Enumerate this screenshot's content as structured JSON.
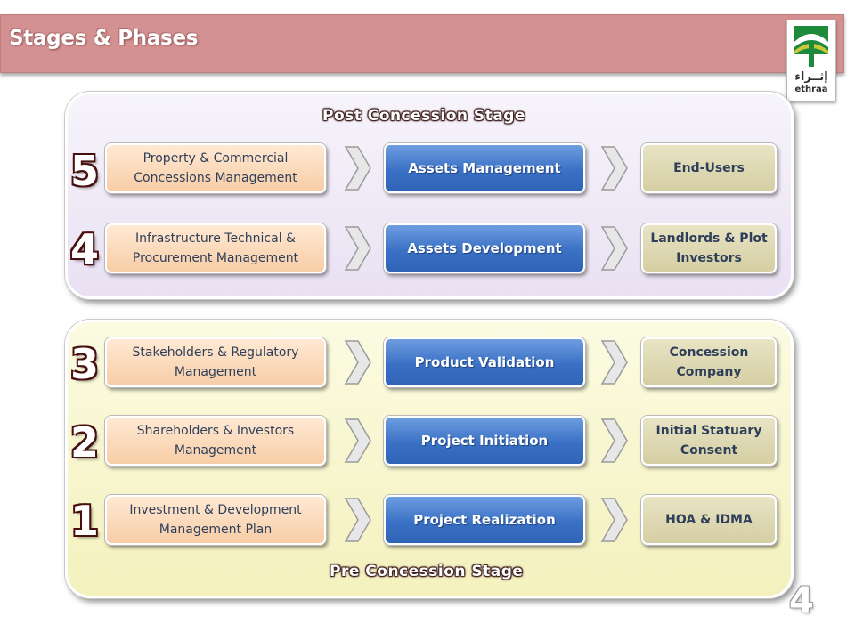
{
  "header": {
    "title": "Stages & Phases"
  },
  "logo": {
    "arabic_text": "إثــراء",
    "english_text": "ethraa",
    "colors": {
      "green": "#1e8a3c",
      "yellow": "#c9c93a"
    }
  },
  "post_stage": {
    "title": "Post Concession Stage",
    "rows": [
      {
        "number": "5",
        "left": "Property & Commercial Concessions Management",
        "middle": "Assets Management",
        "right": "End-Users"
      },
      {
        "number": "4",
        "left": "Infrastructure Technical & Procurement Management",
        "middle": "Assets Development",
        "right": "Landlords & Plot Investors"
      }
    ]
  },
  "pre_stage": {
    "title": "Pre Concession Stage",
    "rows": [
      {
        "number": "3",
        "left": "Stakeholders  & Regulatory Management",
        "middle": "Product Validation",
        "right": "Concession Company"
      },
      {
        "number": "2",
        "left": "Shareholders & Investors Management",
        "middle": "Project Initiation",
        "right": "Initial Statuary Consent"
      },
      {
        "number": "1",
        "left": "Investment & Development Management Plan",
        "middle": "Project Realization",
        "right": "HOA & IDMA"
      }
    ]
  },
  "page_number": "4",
  "colors": {
    "header_bar": "#d49191",
    "number_outline": "#4a1010",
    "left_box": "#f7cda6",
    "middle_box": "#3a71c5",
    "right_box": "#d5cea4",
    "post_panel": "#e9e1f3",
    "pre_panel": "#f4f1bd"
  }
}
